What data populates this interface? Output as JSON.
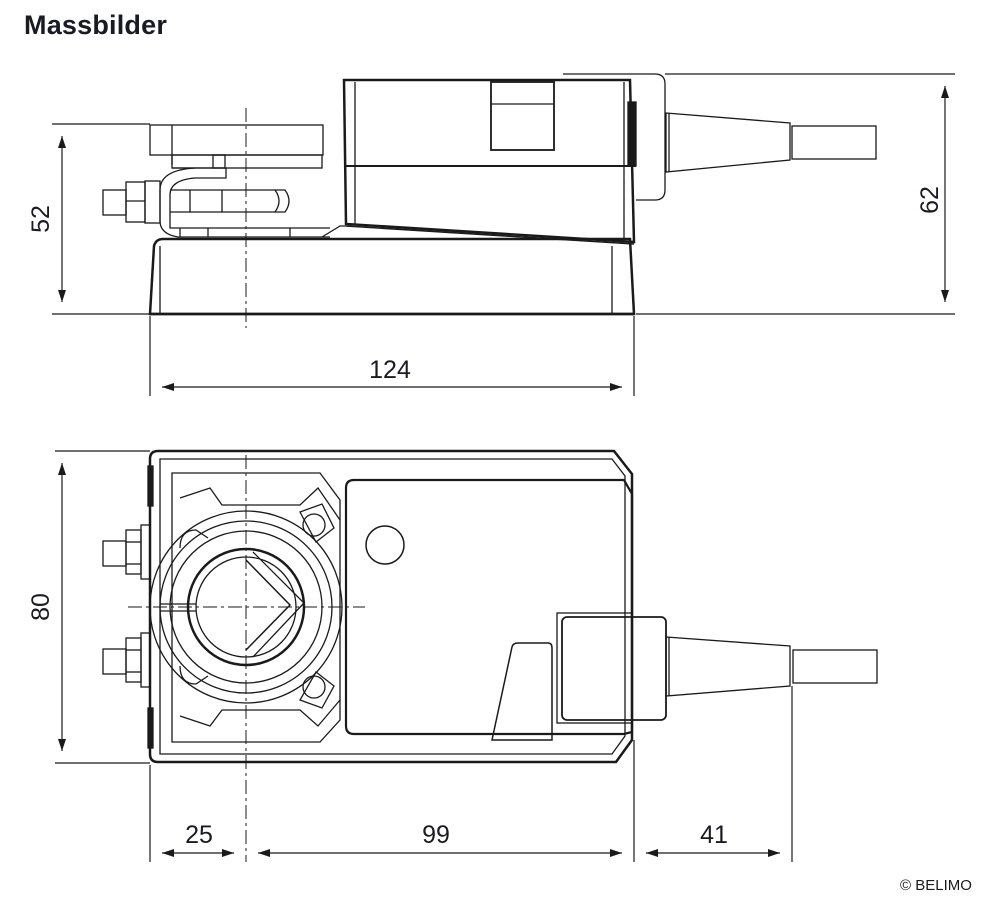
{
  "title": "Massbilder",
  "copyright": "© BELIMO",
  "line_color": "#1a1a1a",
  "side_view": {
    "name": "side view",
    "dimensions": {
      "height_body": "52",
      "height_total": "62",
      "length": "124"
    }
  },
  "top_view": {
    "name": "top view",
    "dimensions": {
      "width": "80",
      "offset_axis": "25",
      "body_length": "99",
      "cable_length": "41"
    }
  }
}
